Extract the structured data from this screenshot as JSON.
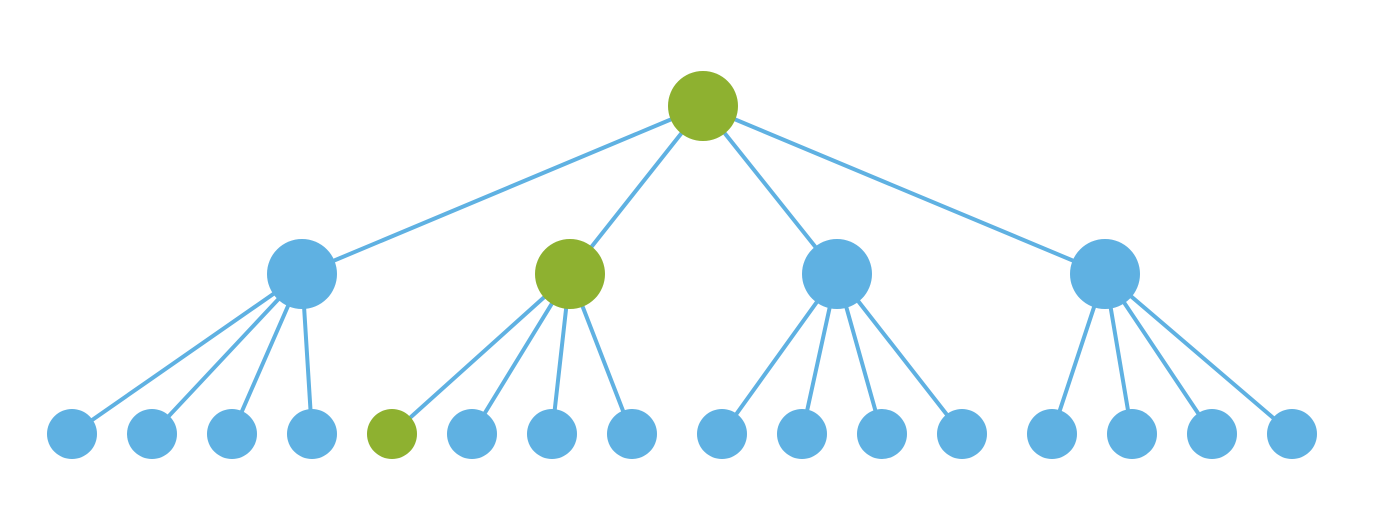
{
  "colors": {
    "background": "#ffffff",
    "default_node": "#5fb1e2",
    "highlight_node": "#8eb130",
    "edge": "#5fb1e2"
  },
  "tree": {
    "root": {
      "id": "root",
      "highlighted": true,
      "children": [
        {
          "id": "level1-node-1",
          "highlighted": false,
          "children": [
            {
              "id": "leaf-1",
              "highlighted": false
            },
            {
              "id": "leaf-2",
              "highlighted": false
            },
            {
              "id": "leaf-3",
              "highlighted": false
            },
            {
              "id": "leaf-4",
              "highlighted": false
            }
          ]
        },
        {
          "id": "level1-node-2",
          "highlighted": true,
          "children": [
            {
              "id": "leaf-5",
              "highlighted": true
            },
            {
              "id": "leaf-6",
              "highlighted": false
            },
            {
              "id": "leaf-7",
              "highlighted": false
            },
            {
              "id": "leaf-8",
              "highlighted": false
            }
          ]
        },
        {
          "id": "level1-node-3",
          "highlighted": false,
          "children": [
            {
              "id": "leaf-9",
              "highlighted": false
            },
            {
              "id": "leaf-10",
              "highlighted": false
            },
            {
              "id": "leaf-11",
              "highlighted": false
            },
            {
              "id": "leaf-12",
              "highlighted": false
            }
          ]
        },
        {
          "id": "level1-node-4",
          "highlighted": false,
          "children": [
            {
              "id": "leaf-13",
              "highlighted": false
            },
            {
              "id": "leaf-14",
              "highlighted": false
            },
            {
              "id": "leaf-15",
              "highlighted": false
            },
            {
              "id": "leaf-16",
              "highlighted": false
            }
          ]
        }
      ]
    }
  }
}
